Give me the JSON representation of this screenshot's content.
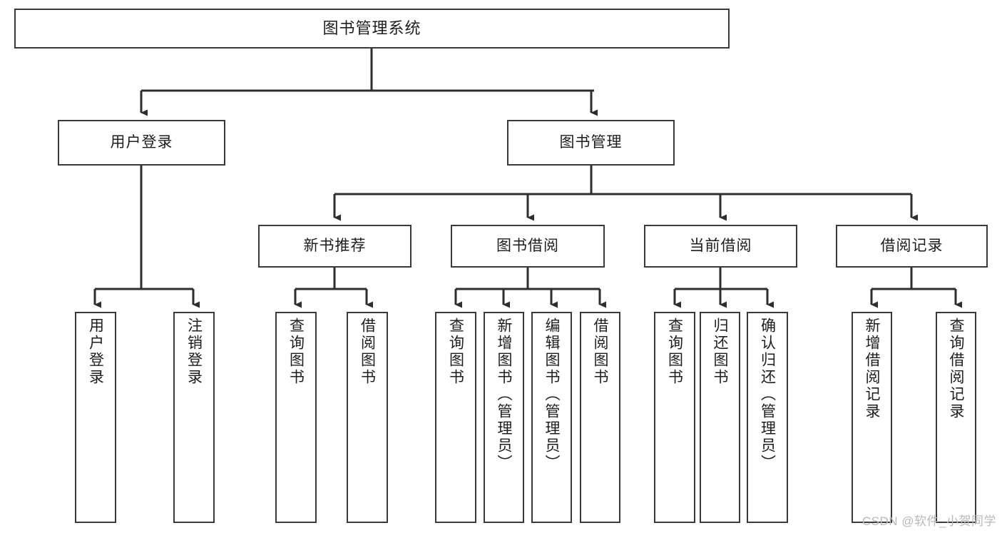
{
  "diagram": {
    "type": "tree-hierarchy",
    "title": "图书管理系统",
    "watermark": "CSDN @软件_小贺同学",
    "colors": {
      "box_border": "#3a3a3a",
      "box_fill": "#ffffff",
      "connector": "#2e2e2e",
      "text": "#1d1d1d",
      "watermark": "#b9b9b9"
    },
    "nodes": {
      "root": {
        "label": "图书管理系统"
      },
      "level2": [
        {
          "label": "用户登录"
        },
        {
          "label": "图书管理"
        }
      ],
      "level3": [
        {
          "label": "新书推荐"
        },
        {
          "label": "图书借阅"
        },
        {
          "label": "当前借阅"
        },
        {
          "label": "借阅记录"
        }
      ],
      "leaves": {
        "user_login": [
          {
            "label": "用户登录"
          },
          {
            "label": "注销登录"
          }
        ],
        "new_book_recommend": [
          {
            "label": "查询图书"
          },
          {
            "label": "借阅图书"
          }
        ],
        "book_borrow": [
          {
            "label": "查询图书"
          },
          {
            "label": "新增图书（管理员）"
          },
          {
            "label": "编辑图书（管理员）"
          },
          {
            "label": "借阅图书"
          }
        ],
        "current_borrow": [
          {
            "label": "查询图书"
          },
          {
            "label": "归还图书"
          },
          {
            "label": "确认归还（管理员）"
          }
        ],
        "borrow_records": [
          {
            "label": "新增借阅记录"
          },
          {
            "label": "查询借阅记录"
          }
        ]
      }
    }
  }
}
